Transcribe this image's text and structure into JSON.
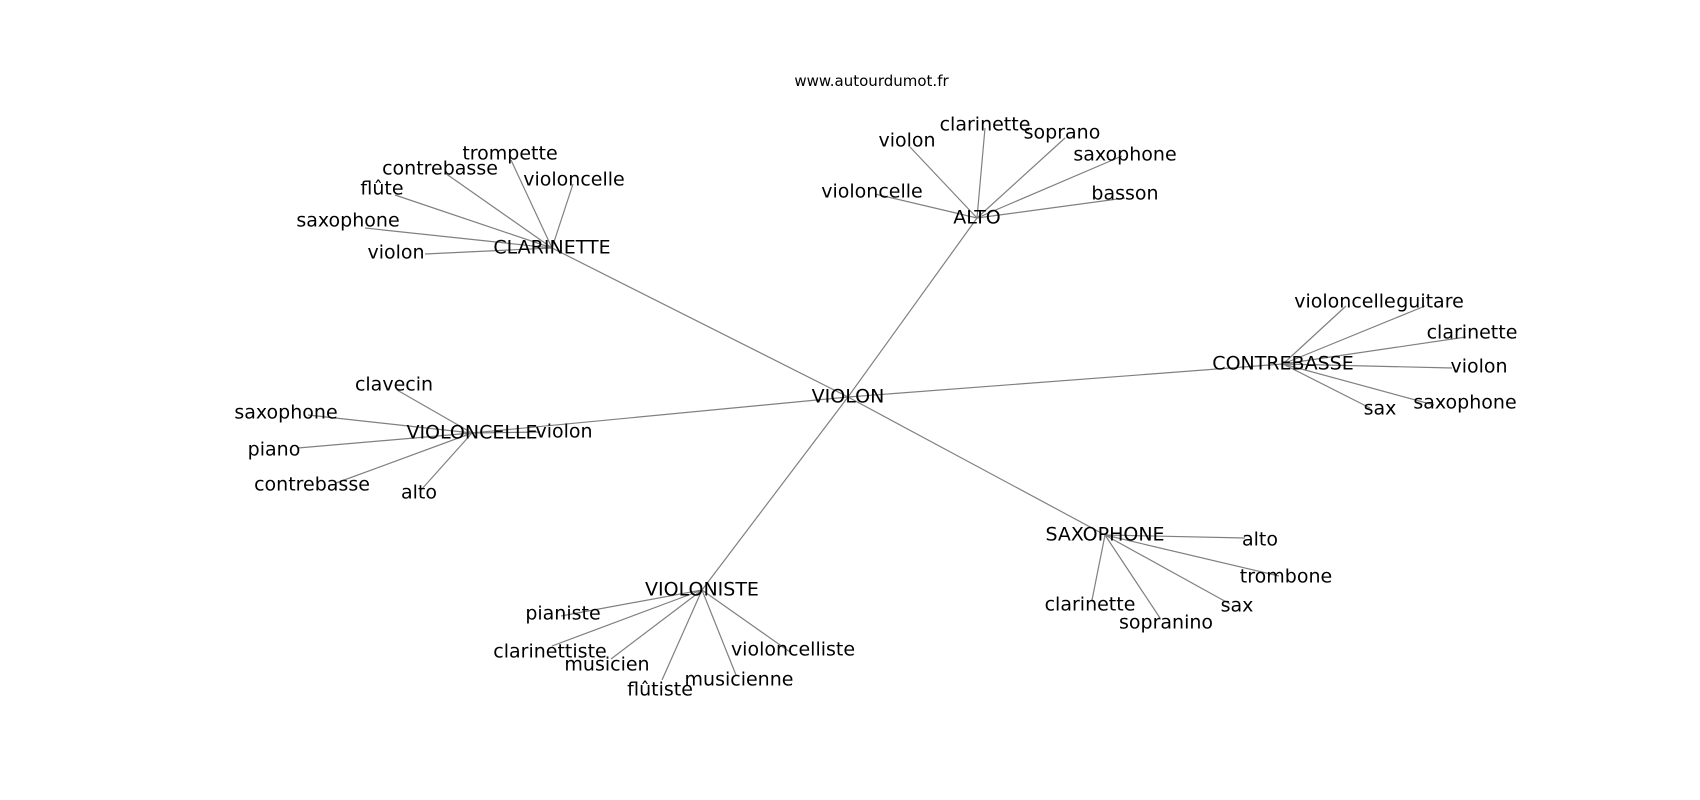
{
  "site_url": "www.autourdumot.fr",
  "graph": {
    "root": "VIOLON",
    "clusters": [
      {
        "id": "clarinette",
        "label": "CLARINETTE",
        "leaves": [
          "trompette",
          "contrebasse",
          "violoncelle",
          "flûte",
          "saxophone",
          "violon"
        ]
      },
      {
        "id": "alto",
        "label": "ALTO",
        "leaves": [
          "clarinette",
          "violon",
          "soprano",
          "saxophone",
          "violoncelle",
          "basson"
        ]
      },
      {
        "id": "contrebasse",
        "label": "CONTREBASSE",
        "leaves": [
          "violoncelle",
          "guitare",
          "clarinette",
          "violon",
          "saxophone",
          "sax"
        ]
      },
      {
        "id": "violoncelle",
        "label": "VIOLONCELLE",
        "leaves": [
          "clavecin",
          "saxophone",
          "violon",
          "piano",
          "contrebasse",
          "alto"
        ]
      },
      {
        "id": "saxophone",
        "label": "SAXOPHONE",
        "leaves": [
          "alto",
          "trombone",
          "sax",
          "clarinette",
          "sopranino"
        ]
      },
      {
        "id": "violoniste",
        "label": "VIOLONISTE",
        "leaves": [
          "pianiste",
          "clarinettiste",
          "musicien",
          "violoncelliste",
          "musicienne",
          "flûtiste"
        ]
      }
    ]
  }
}
